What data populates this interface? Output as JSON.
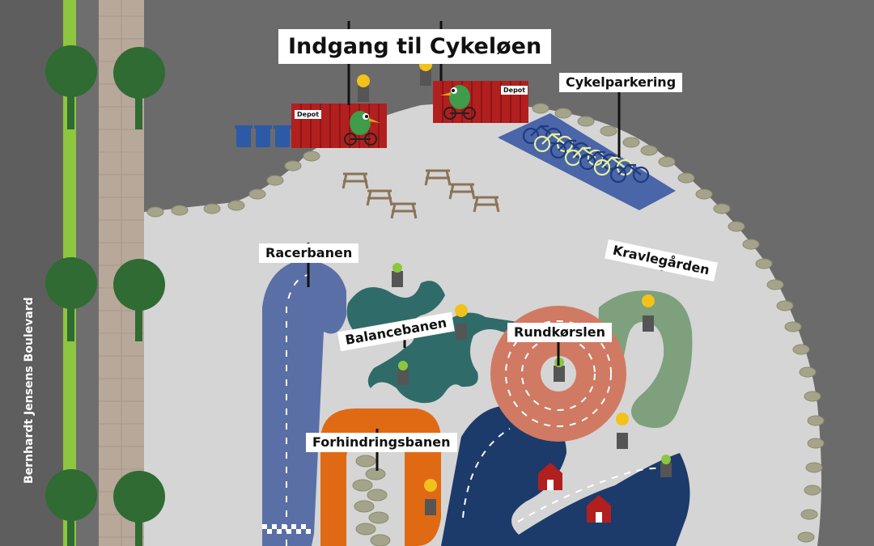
{
  "map": {
    "title": "Indgang til Cykeløen",
    "road_name": "Bernhardt Jensens Boulevard",
    "areas": {
      "bike_parking": "Cykelparkering",
      "race_track": "Racerbanen",
      "balance_track": "Balancebanen",
      "roundabout": "Rundkørslen",
      "crawl_yard": "Kravlegården",
      "obstacle_track": "Forhindringsbanen"
    },
    "depots": [
      "Depot",
      "Depot"
    ],
    "icons": [
      "tree-icon",
      "trash-bin-icon",
      "picnic-table-icon",
      "bicycle-icon",
      "flower-pot-icon",
      "house-icon",
      "bird-mascot-icon",
      "boulder-icon"
    ],
    "colors": {
      "asphalt_dark": "#6b6b6b",
      "plaza": "#d5d5d5",
      "race_track": "#5a6fa6",
      "balance_track": "#2f6b69",
      "roundabout": "#d07a63",
      "crawl_yard": "#7ea07d",
      "obstacle_track": "#e06a14",
      "city_roads": "#1c3b6a",
      "depot_red": "#b21f1f",
      "bike_lane": "#8dc63f",
      "sidewalk": "#b8a89a"
    }
  }
}
